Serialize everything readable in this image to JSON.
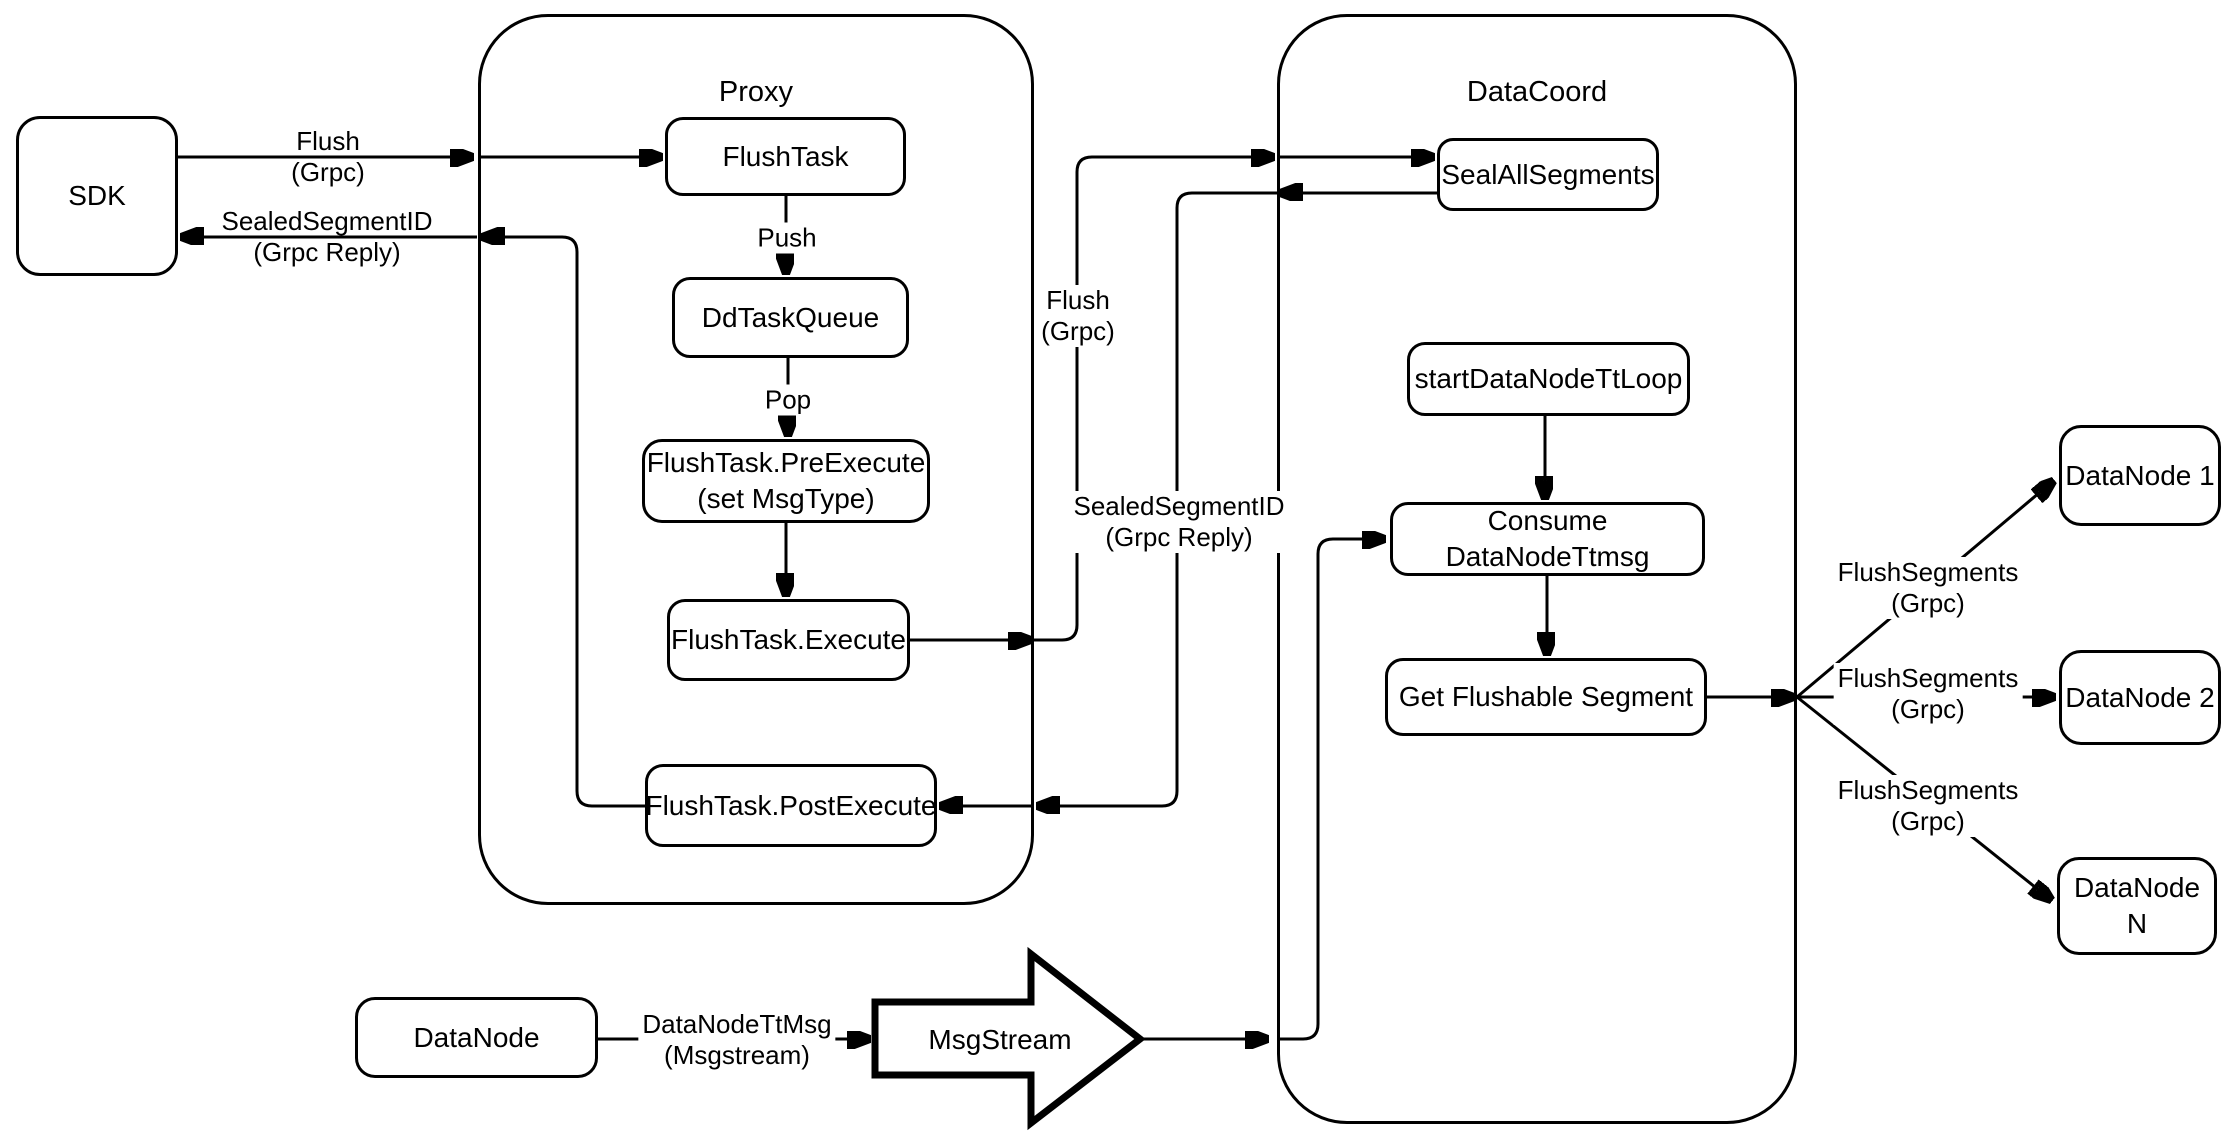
{
  "diagram": {
    "background": "#ffffff",
    "line_color": "#000000",
    "containers": {
      "proxy": {
        "title": "Proxy"
      },
      "datacoord": {
        "title": "DataCoord"
      }
    },
    "nodes": {
      "sdk": {
        "label": "SDK"
      },
      "flush_task": {
        "label": "FlushTask"
      },
      "dd_task_queue": {
        "label": "DdTaskQueue"
      },
      "pre_execute": {
        "label_line1": "FlushTask.PreExecute",
        "label_line2": "(set MsgType)"
      },
      "execute": {
        "label": "FlushTask.Execute"
      },
      "post_execute": {
        "label": "FlushTask.PostExecute"
      },
      "seal_all_segments": {
        "label": "SealAllSegments"
      },
      "start_datanode_tt_loop": {
        "label": "startDataNodeTtLoop"
      },
      "consume_datanode_ttmsg": {
        "label": "Consume DataNodeTtmsg"
      },
      "get_flushable_segment": {
        "label": "Get Flushable Segment"
      },
      "datanode_1": {
        "label": "DataNode 1"
      },
      "datanode_2": {
        "label": "DataNode 2"
      },
      "datanode_n": {
        "label": "DataNode N"
      },
      "datanode_source": {
        "label": "DataNode"
      },
      "msgstream": {
        "label": "MsgStream"
      }
    },
    "edge_labels": {
      "flush_sdk_to_proxy": {
        "line1": "Flush",
        "line2": "(Grpc)"
      },
      "sealed_segment_id_to_sdk": {
        "line1": "SealedSegmentID",
        "line2": "(Grpc Reply)"
      },
      "push": {
        "line1": "Push"
      },
      "pop": {
        "line1": "Pop"
      },
      "flush_proxy_to_datacoord": {
        "line1": "Flush",
        "line2": "(Grpc)"
      },
      "sealed_segment_id_to_proxy": {
        "line1": "SealedSegmentID",
        "line2": "(Grpc Reply)"
      },
      "flush_segments_1": {
        "line1": "FlushSegments",
        "line2": "(Grpc)"
      },
      "flush_segments_2": {
        "line1": "FlushSegments",
        "line2": "(Grpc)"
      },
      "flush_segments_3": {
        "line1": "FlushSegments",
        "line2": "(Grpc)"
      },
      "datanode_ttmsg": {
        "line1": "DataNodeTtMsg",
        "line2": "(Msgstream)"
      }
    }
  }
}
